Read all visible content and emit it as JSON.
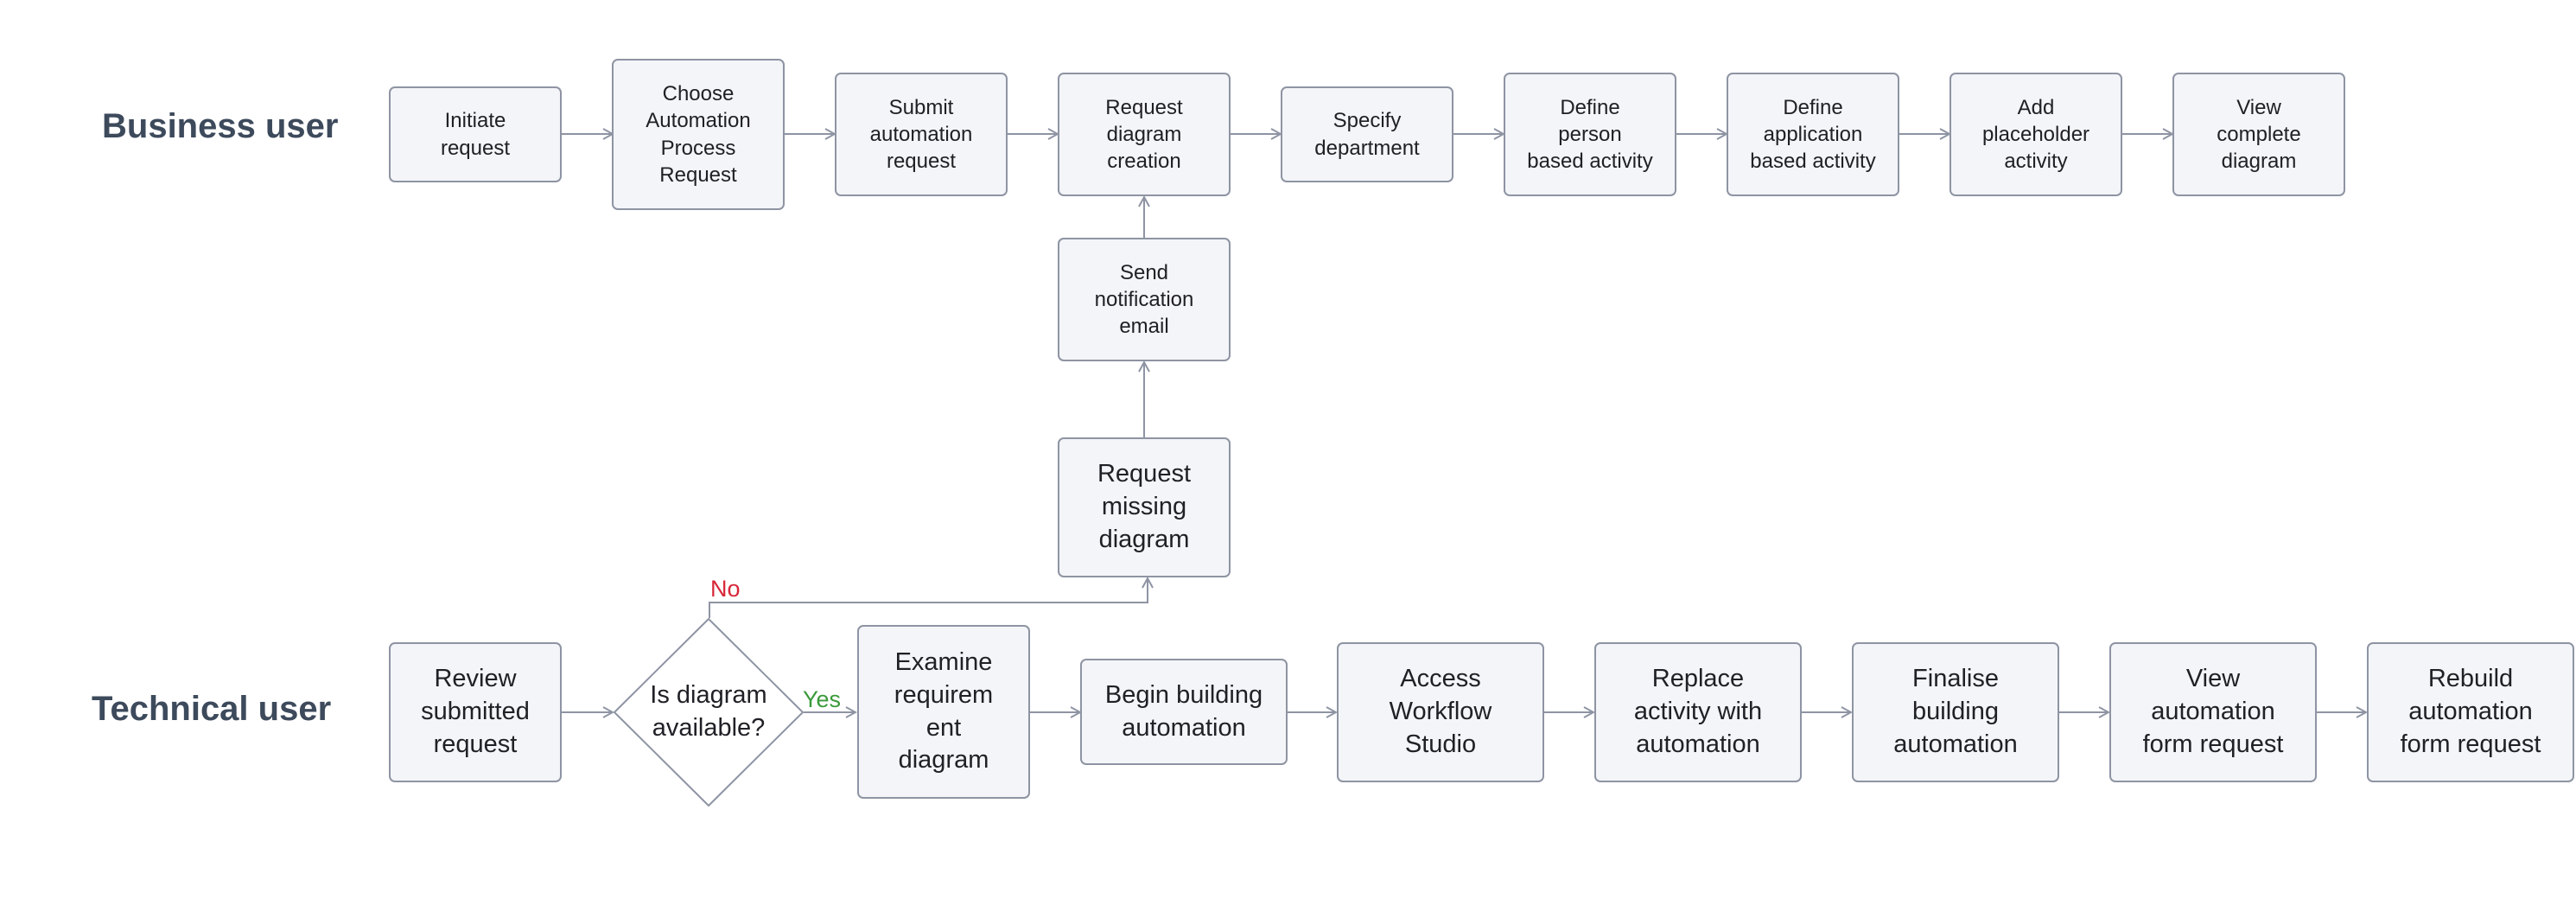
{
  "lanes": {
    "business": "Business user",
    "technical": "Technical user"
  },
  "business_nodes": [
    {
      "id": "initiate-request",
      "label": "Initiate\nrequest"
    },
    {
      "id": "choose-automation-process-request",
      "label": "Choose\nAutomation\nProcess\nRequest"
    },
    {
      "id": "submit-automation-request",
      "label": "Submit\nautomation\nrequest"
    },
    {
      "id": "request-diagram-creation",
      "label": "Request\ndiagram\ncreation"
    },
    {
      "id": "specify-department",
      "label": "Specify\ndepartment"
    },
    {
      "id": "define-person-based-activity",
      "label": "Define\nperson\nbased activity"
    },
    {
      "id": "define-application-based-activity",
      "label": "Define\napplication\nbased activity"
    },
    {
      "id": "add-placeholder-activity",
      "label": "Add\nplaceholder\nactivity"
    },
    {
      "id": "view-complete-diagram",
      "label": "View\ncomplete\ndiagram"
    }
  ],
  "middle_nodes": [
    {
      "id": "send-notification-email",
      "label": "Send\nnotification\nemail"
    },
    {
      "id": "request-missing-diagram",
      "label": "Request\nmissing\ndiagram"
    }
  ],
  "decision": {
    "id": "is-diagram-available",
    "label": "Is diagram\navailable?"
  },
  "technical_nodes": [
    {
      "id": "review-submitted-request",
      "label": "Review\nsubmitted\nrequest"
    },
    {
      "id": "examine-requirement-diagram",
      "label": "Examine\nrequirem\nent\ndiagram"
    },
    {
      "id": "begin-building-automation",
      "label": "Begin building\nautomation"
    },
    {
      "id": "access-workflow-studio",
      "label": "Access\nWorkflow\nStudio"
    },
    {
      "id": "replace-activity-with-automation",
      "label": "Replace\nactivity with\nautomation"
    },
    {
      "id": "finalise-building-automation",
      "label": "Finalise\nbuilding\nautomation"
    },
    {
      "id": "view-automation-form-request",
      "label": "View\nautomation\nform request"
    },
    {
      "id": "rebuild-automation-form-request",
      "label": "Rebuild\nautomation\nform request"
    }
  ],
  "edge_labels": {
    "no": "No",
    "yes": "Yes"
  },
  "colors": {
    "node_fill": "#f4f5f8",
    "node_border": "#8e94a3",
    "edge": "#8e94a3",
    "no": "#d72638",
    "yes": "#3a9a3a",
    "lane_text": "#3d4a5c"
  }
}
